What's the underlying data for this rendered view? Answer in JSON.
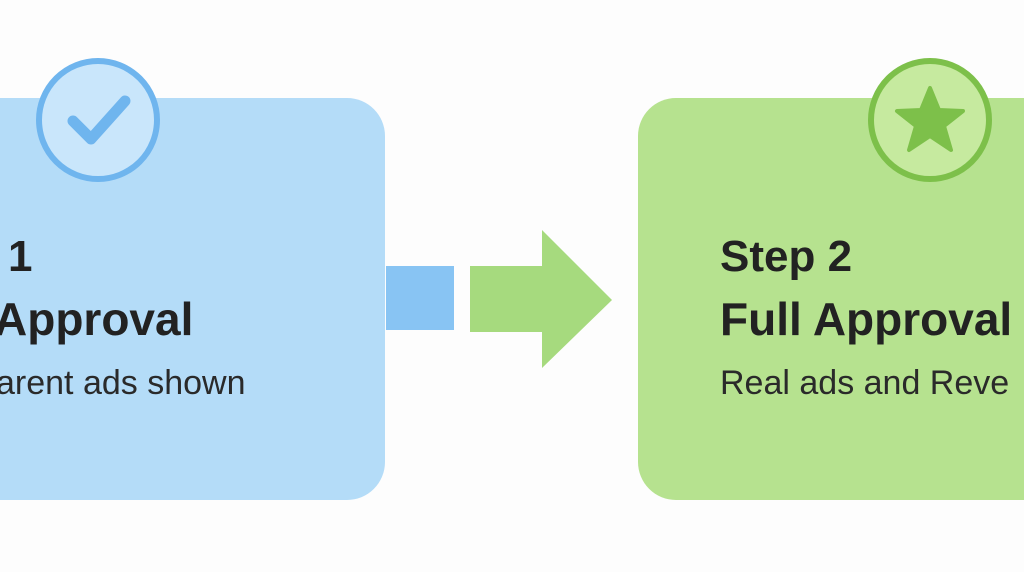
{
  "steps": [
    {
      "label": "1",
      "title": "Approval",
      "description": "arent ads shown",
      "icon": "check-icon",
      "color": "#b4dcf8",
      "accent": "#6fb5ee"
    },
    {
      "label": "Step 2",
      "title": "Full Approval",
      "description": "Real ads and Reve",
      "icon": "star-icon",
      "color": "#b6e28f",
      "accent": "#7dc04a"
    }
  ]
}
